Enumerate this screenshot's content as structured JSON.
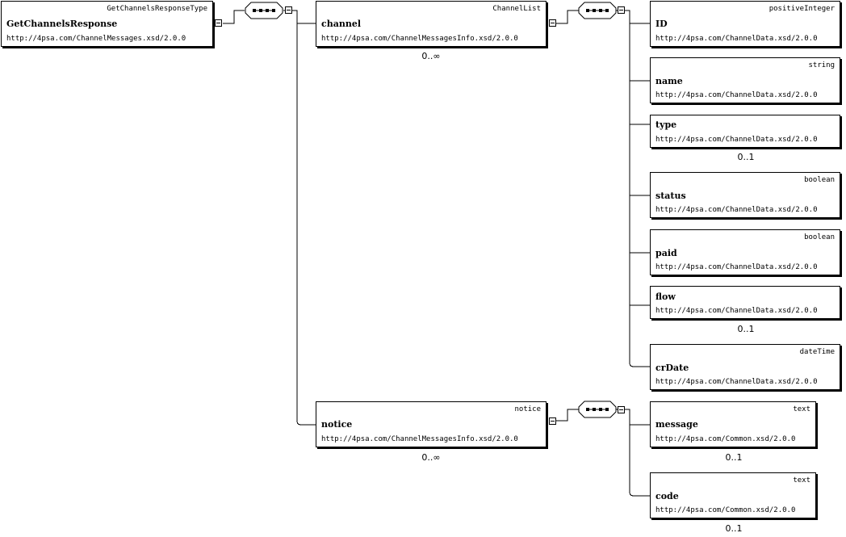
{
  "root": {
    "name": "GetChannelsResponse",
    "type": "GetChannelsResponseType",
    "ns": "http://4psa.com/ChannelMessages.xsd/2.0.0"
  },
  "channel": {
    "name": "channel",
    "type": "ChannelList",
    "ns": "http://4psa.com/ChannelMessagesInfo.xsd/2.0.0",
    "occurs": "0..∞"
  },
  "notice": {
    "name": "notice",
    "type": "notice",
    "ns": "http://4psa.com/ChannelMessagesInfo.xsd/2.0.0",
    "occurs": "0..∞"
  },
  "channel_children": [
    {
      "name": "ID",
      "type": "positiveInteger",
      "ns": "http://4psa.com/ChannelData.xsd/2.0.0",
      "occurs": ""
    },
    {
      "name": "name",
      "type": "string",
      "ns": "http://4psa.com/ChannelData.xsd/2.0.0",
      "occurs": ""
    },
    {
      "name": "type",
      "type": "",
      "ns": "http://4psa.com/ChannelData.xsd/2.0.0",
      "occurs": "0..1"
    },
    {
      "name": "status",
      "type": "boolean",
      "ns": "http://4psa.com/ChannelData.xsd/2.0.0",
      "occurs": ""
    },
    {
      "name": "paid",
      "type": "boolean",
      "ns": "http://4psa.com/ChannelData.xsd/2.0.0",
      "occurs": ""
    },
    {
      "name": "flow",
      "type": "",
      "ns": "http://4psa.com/ChannelData.xsd/2.0.0",
      "occurs": "0..1"
    },
    {
      "name": "crDate",
      "type": "dateTime",
      "ns": "http://4psa.com/ChannelData.xsd/2.0.0",
      "occurs": ""
    }
  ],
  "notice_children": [
    {
      "name": "message",
      "type": "text",
      "ns": "http://4psa.com/Common.xsd/2.0.0",
      "occurs": "0..1"
    },
    {
      "name": "code",
      "type": "text",
      "ns": "http://4psa.com/Common.xsd/2.0.0",
      "occurs": "0..1"
    }
  ]
}
